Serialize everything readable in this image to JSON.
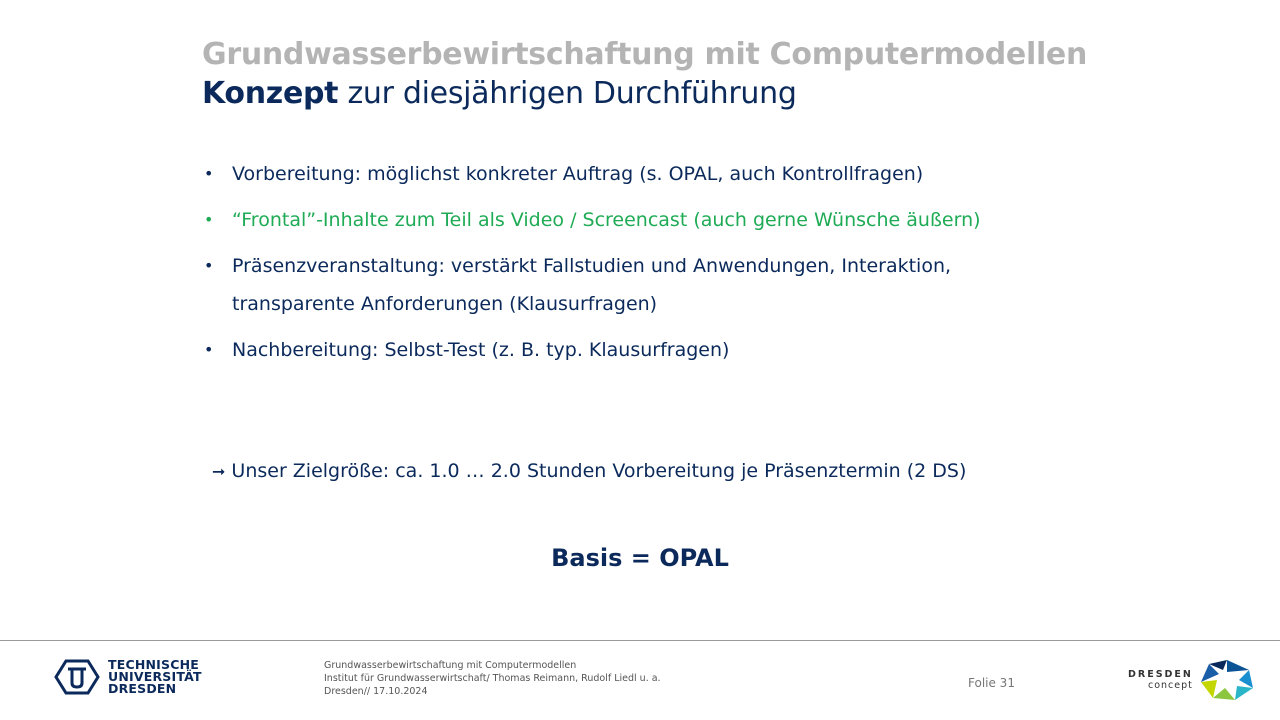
{
  "slide": {
    "title_main": "Grundwasserbewirtschaftung mit Computermodellen",
    "title_sub_bold": "Konzept",
    "title_sub_rest": " zur diesjährigen Durchführung"
  },
  "bullets": [
    "Vorbereitung: möglichst konkreter Auftrag (s. OPAL, auch Kontrollfragen)",
    "“Frontal”-Inhalte zum Teil als Video / Screencast (auch gerne Wünsche äußern)",
    "Präsenzveranstaltung: verstärkt Fallstudien und Anwendungen, Interaktion, transparente Anforderungen (Klausurfragen)",
    "Nachbereitung: Selbst-Test (z. B. typ. Klausurfragen)"
  ],
  "goal": {
    "arrow": "➞",
    "text": "Unser Zielgröße: ca. 1.0 … 2.0 Stunden Vorbereitung je Präsenztermin (2 DS)"
  },
  "basis": "Basis = OPAL",
  "footer": {
    "tu_logo_lines": [
      "TECHNISCHE",
      "UNIVERSITÄT",
      "DRESDEN"
    ],
    "info_line1": "Grundwasserbewirtschaftung mit Computermodellen",
    "info_line2": "Institut für Grundwasserwirtschaft/ Thomas Reimann, Rudolf Liedl u. a.",
    "info_line3": "Dresden// 17.10.2024",
    "folie": "Folie 31",
    "dc_logo_line1": "DRESDEN",
    "dc_logo_line2": "concept"
  },
  "colors": {
    "navy": "#0b2a5b",
    "grey_title": "#b4b4b4",
    "highlight_green": "#1fab55"
  }
}
